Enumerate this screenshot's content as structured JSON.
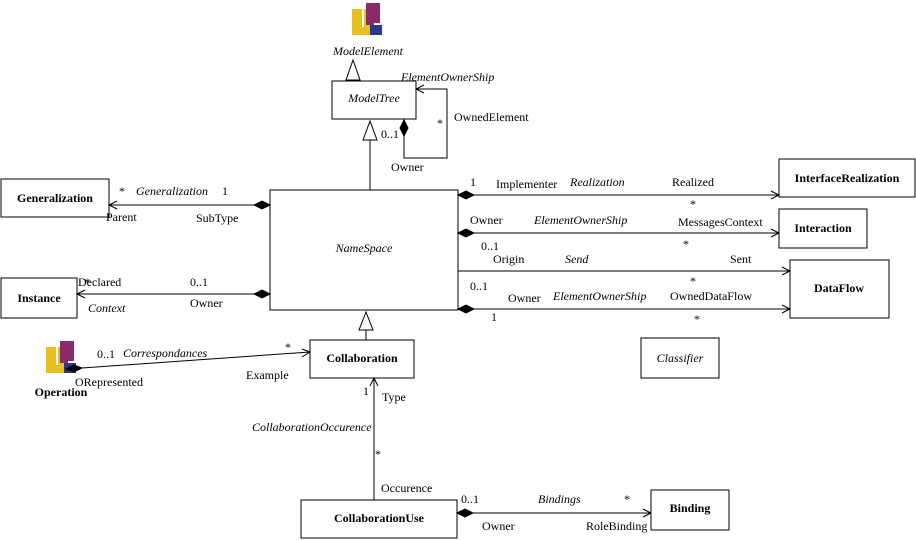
{
  "icon_names": {
    "uml_logo": "uml-logo-icon"
  },
  "classes": {
    "model_element": "ModelElement",
    "model_tree": "ModelTree",
    "generalization": "Generalization",
    "namespace": "NameSpace",
    "instance": "Instance",
    "collaboration": "Collaboration",
    "collaboration_use": "CollaborationUse",
    "binding": "Binding",
    "interface_realization": "InterfaceRealization",
    "interaction": "Interaction",
    "dataflow": "DataFlow",
    "classifier": "Classifier",
    "operation": "Operation"
  },
  "associations": {
    "element_ownership_tree": "ElementOwnerShip",
    "generalization": "Generalization",
    "context": "Context",
    "correspondances": "Correspondances",
    "collaboration_occurence": "CollaborationOccurence",
    "bindings": "Bindings",
    "realization": "Realization",
    "element_ownership_interaction": "ElementOwnerShip",
    "send": "Send",
    "element_ownership_dataflow": "ElementOwnerShip"
  },
  "roles": {
    "owned_element": "OwnedElement",
    "owner_tree": "Owner",
    "parent": "Parent",
    "subtype": "SubType",
    "declared": "Declared",
    "owner_instance": "Owner",
    "orepresented": "ORepresented",
    "example": "Example",
    "type": "Type",
    "occurence": "Occurence",
    "owner_binding": "Owner",
    "role_binding": "RoleBinding",
    "implementer": "Implementer",
    "realized": "Realized",
    "owner_interaction": "Owner",
    "messages_context": "MessagesContext",
    "origin": "Origin",
    "sent": "Sent",
    "owner_dataflow": "Owner",
    "owned_dataflow": "OwnedDataFlow"
  },
  "multiplicities": {
    "tree_star": "*",
    "tree_01": "0..1",
    "gen_star": "*",
    "gen_one": "1",
    "inst_star": "*",
    "inst_01": "0..1",
    "op_01": "0..1",
    "collab_star": "*",
    "occ_one": "1",
    "occ_star": "*",
    "bind_01": "0..1",
    "bind_star": "*",
    "real_one": "1",
    "real_star": "*",
    "inter_01": "0..1",
    "inter_star": "*",
    "send_star": "*",
    "send_01": "0..1",
    "df_one": "1",
    "df_star": "*"
  }
}
